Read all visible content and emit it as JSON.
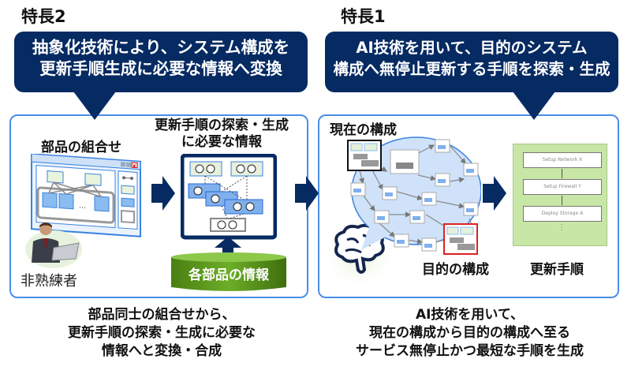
{
  "features": {
    "feature2": {
      "title": "特長2",
      "callout_lines": [
        "抽象化技術により、システム構成を",
        "更新手順生成に必要な情報へ変換"
      ],
      "panel": {
        "component_label": "部品の組合せ",
        "info_label_lines": [
          "更新手順の探索・生成",
          "に必要な情報"
        ],
        "user_label": "非熟練者",
        "database_label": "各部品の情報"
      },
      "description_lines": [
        "部品同士の組合せから、",
        "更新手順の探索・生成に必要な",
        "情報へと変換・合成"
      ]
    },
    "feature1": {
      "title": "特長1",
      "callout_lines": [
        "AI技術を用いて、目的のシステム",
        "構成へ無停止更新する手順を探索・生成"
      ],
      "panel": {
        "current_label": "現在の構成",
        "target_label": "目的の構成",
        "procedure_label": "更新手順",
        "procedure_steps": [
          "Setup Network X",
          "Setup Firewall Y",
          "Deploy Storage A"
        ],
        "procedure_more": "⋮"
      },
      "description_lines": [
        "AI技術を用いて、",
        "現在の構成から目的の構成へ至る",
        "サービス無停止かつ最短な手順を生成"
      ]
    }
  },
  "colors": {
    "navy": "#062a62",
    "panel_border": "#4a8ee8",
    "green": "#5e9a1e",
    "bubble": "#cfe2fa",
    "highlight_red": "#e02020",
    "doc_green": "#c8e6a6"
  }
}
